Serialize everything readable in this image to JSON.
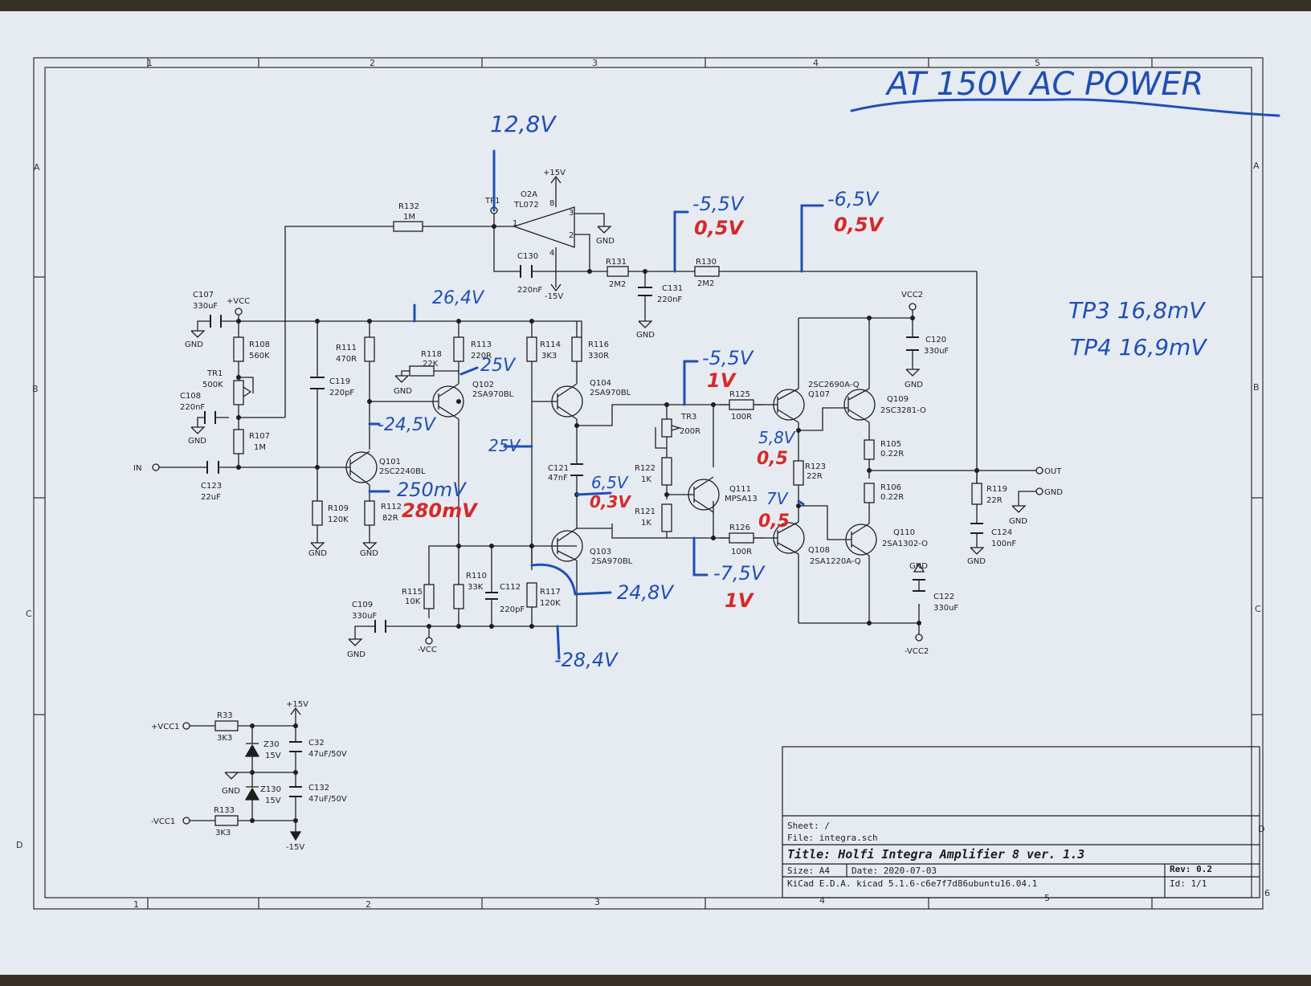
{
  "colors": {
    "paper": "#e6ebf1",
    "ink": "#1e1e1e",
    "pen_blue": "#1f4fb5",
    "pen_red": "#d42a2a",
    "table": "#3a3126"
  },
  "title_block": {
    "sheet": "Sheet: /",
    "file": "File: integra.sch",
    "title": "Title: Holfi Integra Amplifier 8 ver. 1.3",
    "size": "Size: A4",
    "date": "Date: 2020-07-03",
    "rev": "Rev: 0.2",
    "tool": "KiCad E.D.A.  kicad 5.1.6-c6e7f7d86ubuntu16.04.1",
    "id": "Id: 1/1"
  },
  "border": {
    "columns": [
      "1",
      "2",
      "3",
      "4",
      "5",
      "6"
    ],
    "rows": [
      "A",
      "B",
      "C",
      "D"
    ]
  },
  "ports": {
    "in": "IN",
    "out": "OUT",
    "gnd_out": "GND",
    "vcc1_pos": "+VCC1",
    "vcc1_neg": "-VCC1"
  },
  "supplies": {
    "plus_vcc": "+VCC",
    "minus_vcc": "-VCC",
    "vcc2": "VCC2",
    "minus_vcc2": "-VCC2",
    "plus15": "+15V",
    "minus15": "-15V",
    "gnd": "GND"
  },
  "components": {
    "R132": [
      "R132",
      "1M"
    ],
    "TP1": [
      "TP1"
    ],
    "O2A": [
      "O2A",
      "TL072"
    ],
    "pin1": "1",
    "pin2": "2",
    "pin3": "3",
    "pin4": "4",
    "pin8": "8",
    "C130": [
      "C130",
      "220nF"
    ],
    "R131": [
      "R131",
      "2M2"
    ],
    "C131": [
      "C131",
      "220nF"
    ],
    "R130": [
      "R130",
      "2M2"
    ],
    "C107": [
      "C107",
      "330uF"
    ],
    "R108": [
      "R108",
      "560K"
    ],
    "TR1": [
      "TR1",
      "500K"
    ],
    "C108": [
      "C108",
      "220nF"
    ],
    "R107": [
      "R107",
      "1M"
    ],
    "C123": [
      "C123",
      "22uF"
    ],
    "C119": [
      "C119",
      "220pF"
    ],
    "R111": [
      "R111",
      "470R"
    ],
    "R118": [
      "R118",
      "22K"
    ],
    "R113": [
      "R113",
      "220R"
    ],
    "Q102": [
      "Q102",
      "2SA970BL"
    ],
    "Q101": [
      "Q101",
      "2SC2240BL"
    ],
    "R109": [
      "R109",
      "120K"
    ],
    "R112": [
      "R112",
      "82R"
    ],
    "R114": [
      "R114",
      "3K3"
    ],
    "R116": [
      "R116",
      "330R"
    ],
    "Q104": [
      "Q104",
      "2SA970BL"
    ],
    "C121": [
      "C121",
      "47nF"
    ],
    "TR3": [
      "TR3",
      "200R"
    ],
    "R122": [
      "R122",
      "1K"
    ],
    "R121": [
      "R121",
      "1K"
    ],
    "Q111": [
      "Q111",
      "MPSA13"
    ],
    "Q103": [
      "Q103",
      "2SA970BL"
    ],
    "R115": [
      "R115",
      "10K"
    ],
    "R110": [
      "R110",
      "33K"
    ],
    "C112": [
      "C112",
      "220pF"
    ],
    "R117": [
      "R117",
      "120K"
    ],
    "C109": [
      "C109",
      "330uF"
    ],
    "R125": [
      "R125",
      "100R"
    ],
    "R126": [
      "R126",
      "100R"
    ],
    "Q107": [
      "2SC2690A-Q",
      "Q107"
    ],
    "Q108": [
      "Q108",
      "2SA1220A-Q"
    ],
    "Q109": [
      "Q109",
      "2SC3281-O"
    ],
    "Q110": [
      "Q110",
      "2SA1302-O"
    ],
    "R105": [
      "R105",
      "0.22R"
    ],
    "R106": [
      "R106",
      "0.22R"
    ],
    "R123": [
      "R123",
      "22R"
    ],
    "C120": [
      "C120",
      "330uF"
    ],
    "C122": [
      "C122",
      "330uF"
    ],
    "R119": [
      "R119",
      "22R"
    ],
    "C124": [
      "C124",
      "100nF"
    ],
    "R33": [
      "R33",
      "3K3"
    ],
    "R133": [
      "R133",
      "3K3"
    ],
    "Z30": [
      "Z30",
      "15V"
    ],
    "Z130": [
      "Z130",
      "15V"
    ],
    "C32": [
      "C32",
      "47uF/50V"
    ],
    "C132": [
      "C132",
      "47uF/50V"
    ]
  },
  "handwritten": {
    "header": "AT 150V AC POWER",
    "tp1": "12,8V",
    "r131_node": "-5,5V",
    "r131_node_red": "0,5V",
    "r130_node": "-6,5V",
    "r130_node_red": "0,5V",
    "tp3": "TP3  16,8mV",
    "tp4": "TP4  16,9mV",
    "vcc_rail": "26,4V",
    "q102_base": "25V",
    "q101_collector": "-24,5V",
    "q104_base": "25V",
    "q101_emitter": "250mV",
    "q101_emitter_red": "280mV",
    "tr3_top": "-5,5V",
    "tr3_top_red": "1V",
    "q107_emitter": "5,8V",
    "q107_emitter_red": "0,5",
    "q111_base": "6,5V",
    "q111_base_red": "0,3V",
    "q108_emitter": "7V",
    "q108_emitter_red": "0,5",
    "q103_base": "24,8V",
    "tr3_bottom": "-7,5V",
    "tr3_bottom_red": "1V",
    "neg_rail": "-28,4V"
  }
}
